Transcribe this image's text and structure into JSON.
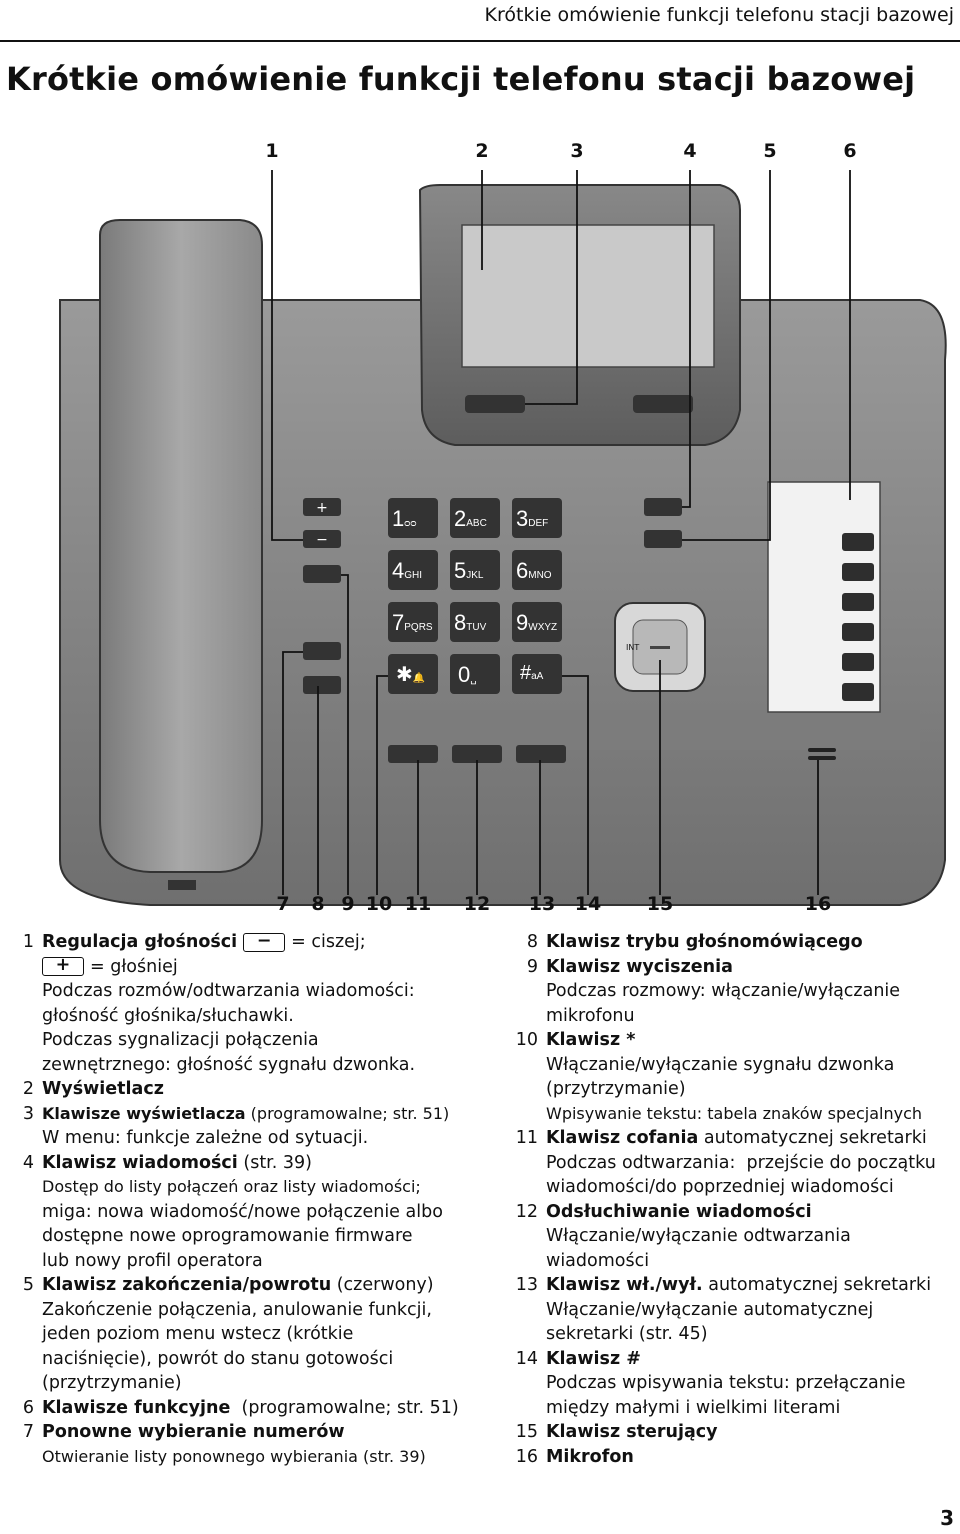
{
  "header": {
    "running_title": "Krótkie omówienie funkcji telefonu stacji bazowej",
    "page_title": "Krótkie omówienie funkcji telefonu stacji bazowej"
  },
  "figure": {
    "callouts_top": [
      "1",
      "2",
      "3",
      "4",
      "5",
      "6"
    ],
    "callouts_bottom": [
      "7",
      "8",
      "9",
      "10",
      "11",
      "12",
      "13",
      "14",
      "15",
      "16"
    ],
    "keypad": [
      {
        "digit": "1",
        "sub": "ᴑᴑ"
      },
      {
        "digit": "2",
        "sub": "ABC"
      },
      {
        "digit": "3",
        "sub": "DEF"
      },
      {
        "digit": "4",
        "sub": "GHI"
      },
      {
        "digit": "5",
        "sub": "JKL"
      },
      {
        "digit": "6",
        "sub": "MNO"
      },
      {
        "digit": "7",
        "sub": "PQRS"
      },
      {
        "digit": "8",
        "sub": "TUV"
      },
      {
        "digit": "9",
        "sub": "WXYZ"
      },
      {
        "digit": "✱",
        "sub": "🔔"
      },
      {
        "digit": "0",
        "sub": "␣"
      },
      {
        "digit": "#",
        "sub": "aA"
      }
    ],
    "nav_labels": {
      "left": "INT"
    },
    "volume_plus": "+",
    "volume_minus": "−"
  },
  "legend": {
    "i1": {
      "n": "1",
      "title": "Regulacja głośności",
      "key_minus": "−",
      "eq_quiet": "= ciszej;",
      "key_plus": "+",
      "eq_loud": "= głośniej",
      "l1": "Podczas rozmów/odtwarzania wiadomości:",
      "l2": "głośność głośnika/słuchawki.",
      "l3": "Podczas sygnalizacji połączenia",
      "l4": "zewnętrznego: głośność sygnału dzwonka."
    },
    "i2": {
      "n": "2",
      "title": "Wyświetlacz"
    },
    "i3": {
      "n": "3",
      "title": "Klawisze wyświetlacza",
      "rest": " (programowalne; str. 51)",
      "l1": "W menu: funkcje zależne od sytuacji."
    },
    "i4": {
      "n": "4",
      "title": "Klawisz wiadomości",
      "rest": " (str. 39)",
      "l1": "Dostęp do listy połączeń oraz listy wiadomości;",
      "l2": "miga: nowa wiadomość/nowe połączenie albo",
      "l3": "dostępne nowe oprogramowanie firmware",
      "l4": "lub nowy profil operatora"
    },
    "i5": {
      "n": "5",
      "title": "Klawisz zakończenia/powrotu",
      "rest": " (czerwony)",
      "l1": "Zakończenie połączenia, anulowanie funkcji,",
      "l2": "jeden poziom menu wstecz (krótkie",
      "l3": "naciśnięcie), powrót do stanu gotowości",
      "l4": "(przytrzymanie)"
    },
    "i6": {
      "n": "6",
      "title": "Klawisze funkcyjne",
      "rest": "  (programowalne; str. 51)"
    },
    "i7": {
      "n": "7",
      "title": "Ponowne wybieranie numerów",
      "l1": "Otwieranie listy ponownego wybierania (str. 39)"
    },
    "i8": {
      "n": "8",
      "title": "Klawisz trybu głośnomówiącego"
    },
    "i9": {
      "n": "9",
      "title": "Klawisz wyciszenia",
      "l1": "Podczas rozmowy: włączanie/wyłączanie",
      "l2": "mikrofonu"
    },
    "i10": {
      "n": "10",
      "title": "Klawisz *",
      "l1": "Włączanie/wyłączanie sygnału dzwonka",
      "l2": "(przytrzymanie)",
      "l3": "Wpisywanie tekstu: tabela znaków specjalnych"
    },
    "i11": {
      "n": "11",
      "title": "Klawisz cofania",
      "rest": " automatycznej sekretarki",
      "l1": "Podczas odtwarzania:  przejście do początku",
      "l2": "wiadomości/do poprzedniej wiadomości"
    },
    "i12": {
      "n": "12",
      "title": "Odsłuchiwanie wiadomości",
      "l1": "Włączanie/wyłączanie odtwarzania",
      "l2": "wiadomości"
    },
    "i13": {
      "n": "13",
      "title": "Klawisz wł./wył.",
      "rest": " automatycznej sekretarki",
      "l1": "Włączanie/wyłączanie automatycznej",
      "l2": "sekretarki (str. 45)"
    },
    "i14": {
      "n": "14",
      "title": "Klawisz #",
      "l1": "Podczas wpisywania tekstu: przełączanie",
      "l2": "między małymi i wielkimi literami"
    },
    "i15": {
      "n": "15",
      "title": "Klawisz sterujący"
    },
    "i16": {
      "n": "16",
      "title": "Mikrofon"
    }
  },
  "page_number": "3"
}
